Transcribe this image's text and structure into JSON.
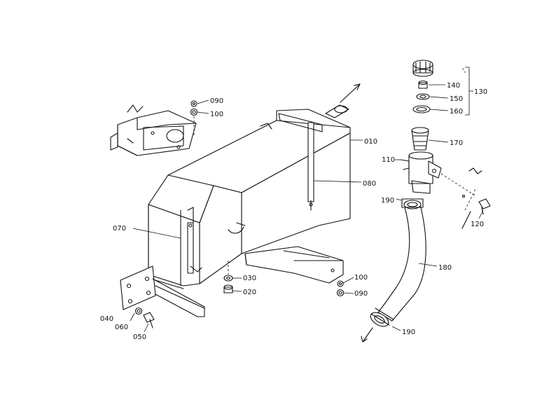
{
  "labels": {
    "p010": "010",
    "p020": "020",
    "p030": "030",
    "p040": "040",
    "p050": "050",
    "p060": "060",
    "p070": "070",
    "p080": "080",
    "p090a": "090",
    "p090b": "090",
    "p100a": "100",
    "p100b": "100",
    "p110": "110",
    "p120": "120",
    "p130": "130",
    "p140": "140",
    "p150": "150",
    "p160": "160",
    "p170": "170",
    "p180": "180",
    "p190a": "190",
    "p190b": "190"
  }
}
